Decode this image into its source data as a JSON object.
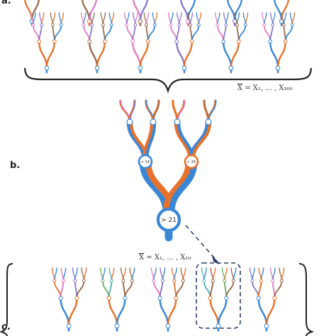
{
  "panel_labels": {
    "a": "a.",
    "b": "b.",
    "c": "c."
  },
  "equation_a": {
    "var": "X",
    "rhs": "= X₁, ... , X₅₀₀"
  },
  "equation_c": {
    "var": "X",
    "rhs": "= X₁, ... , X₁₀"
  },
  "main_tree_nodes": {
    "root": "> 21",
    "left": "> 14",
    "right": "> 26"
  },
  "colors": {
    "blue": "#3a87d6",
    "orange": "#e8722b",
    "pink": "#e27bc4",
    "brown": "#9a6b4a",
    "purple": "#8a76c9",
    "green": "#6fae63",
    "teal": "#52b3b0",
    "navy": "#2c3e66",
    "bracket": "#222222"
  }
}
